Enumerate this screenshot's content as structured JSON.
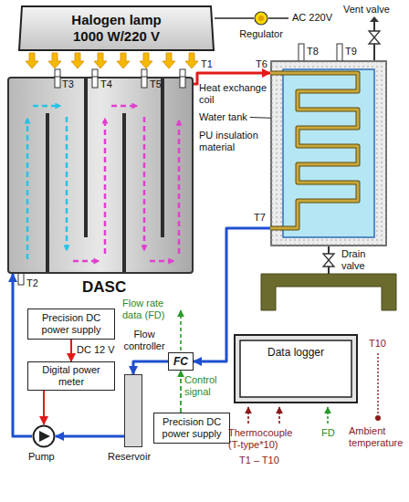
{
  "diagram": {
    "nodes": [
      {
        "text": [
          "Halogen lamp 1000 W/220 V"
        ]
      },
      {
        "text": [
          "Regulator"
        ]
      },
      {
        "text": [
          "Water tank"
        ]
      },
      {
        "text": [
          "DASC"
        ]
      },
      {
        "text": [
          "Precision DC power supply"
        ]
      },
      {
        "text": [
          "Digital power meter"
        ]
      },
      {
        "text": [
          "Flow controller",
          "FC"
        ]
      },
      {
        "text": [
          "Data logger"
        ]
      },
      {
        "text": [
          "Pump"
        ]
      },
      {
        "text": [
          "Reservoir"
        ]
      },
      {
        "text": [
          "Precision DC power supply"
        ]
      }
    ],
    "edges": [
      {
        "from": 1,
        "to": 0,
        "arrow": "none"
      },
      {
        "from": 3,
        "to": 2,
        "arrow": "to"
      },
      {
        "from": 2,
        "to": 6,
        "arrow": "to"
      },
      {
        "from": 6,
        "to": 9,
        "arrow": "to"
      },
      {
        "from": 9,
        "to": 8,
        "arrow": "to"
      },
      {
        "from": 8,
        "to": 3,
        "arrow": "to"
      },
      {
        "from": 4,
        "to": 5,
        "label": "DC 12 V",
        "arrow": "to"
      },
      {
        "from": 5,
        "to": 8,
        "arrow": "to"
      },
      {
        "from": 10,
        "to": 6,
        "label": "Control signal",
        "arrow": "to"
      }
    ],
    "labels": [
      "AC 220V",
      "Vent valve",
      "T8",
      "T9",
      "T6",
      "T1",
      "Heat exchange coil",
      "PU insulation material",
      "T7",
      "Drain valve",
      "T3",
      "T4",
      "T5",
      "T2",
      "Flow rate data (FD)",
      "Thermocouple (T-type*10)",
      "T1 – T10",
      "FD",
      "T10",
      "Ambient temperature"
    ]
  }
}
